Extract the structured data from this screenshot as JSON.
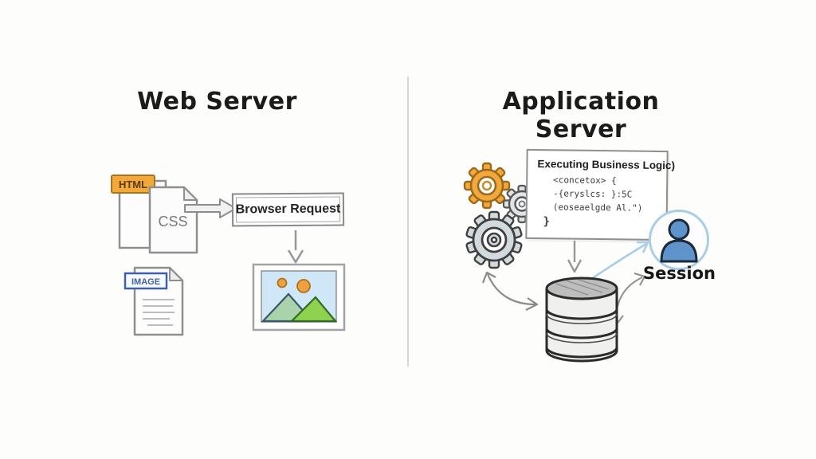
{
  "titles": {
    "left": "Web Server",
    "right": "Application Server"
  },
  "left_panel": {
    "html_badge": "HTML",
    "css_label": "CSS",
    "browser_request_label": "Browser Request",
    "image_badge": "IMAGE"
  },
  "right_panel": {
    "code_box": {
      "title": "Executing Business Logic)",
      "lines": [
        "<concetox> {",
        "-{eryslcs: }:5C",
        "(eoseaelgde Al.\")",
        "}"
      ]
    },
    "session_label": "Session"
  },
  "colors": {
    "accent_orange": "#f3a83b",
    "person_blue": "#5e93cc",
    "light_blue_arrow": "#a9cde6",
    "sky_blue": "#cfe7f6",
    "mountain_green": "#8fd24f",
    "badge_blue": "#3f5fa8",
    "sketch_gray": "#8a8a8a"
  }
}
